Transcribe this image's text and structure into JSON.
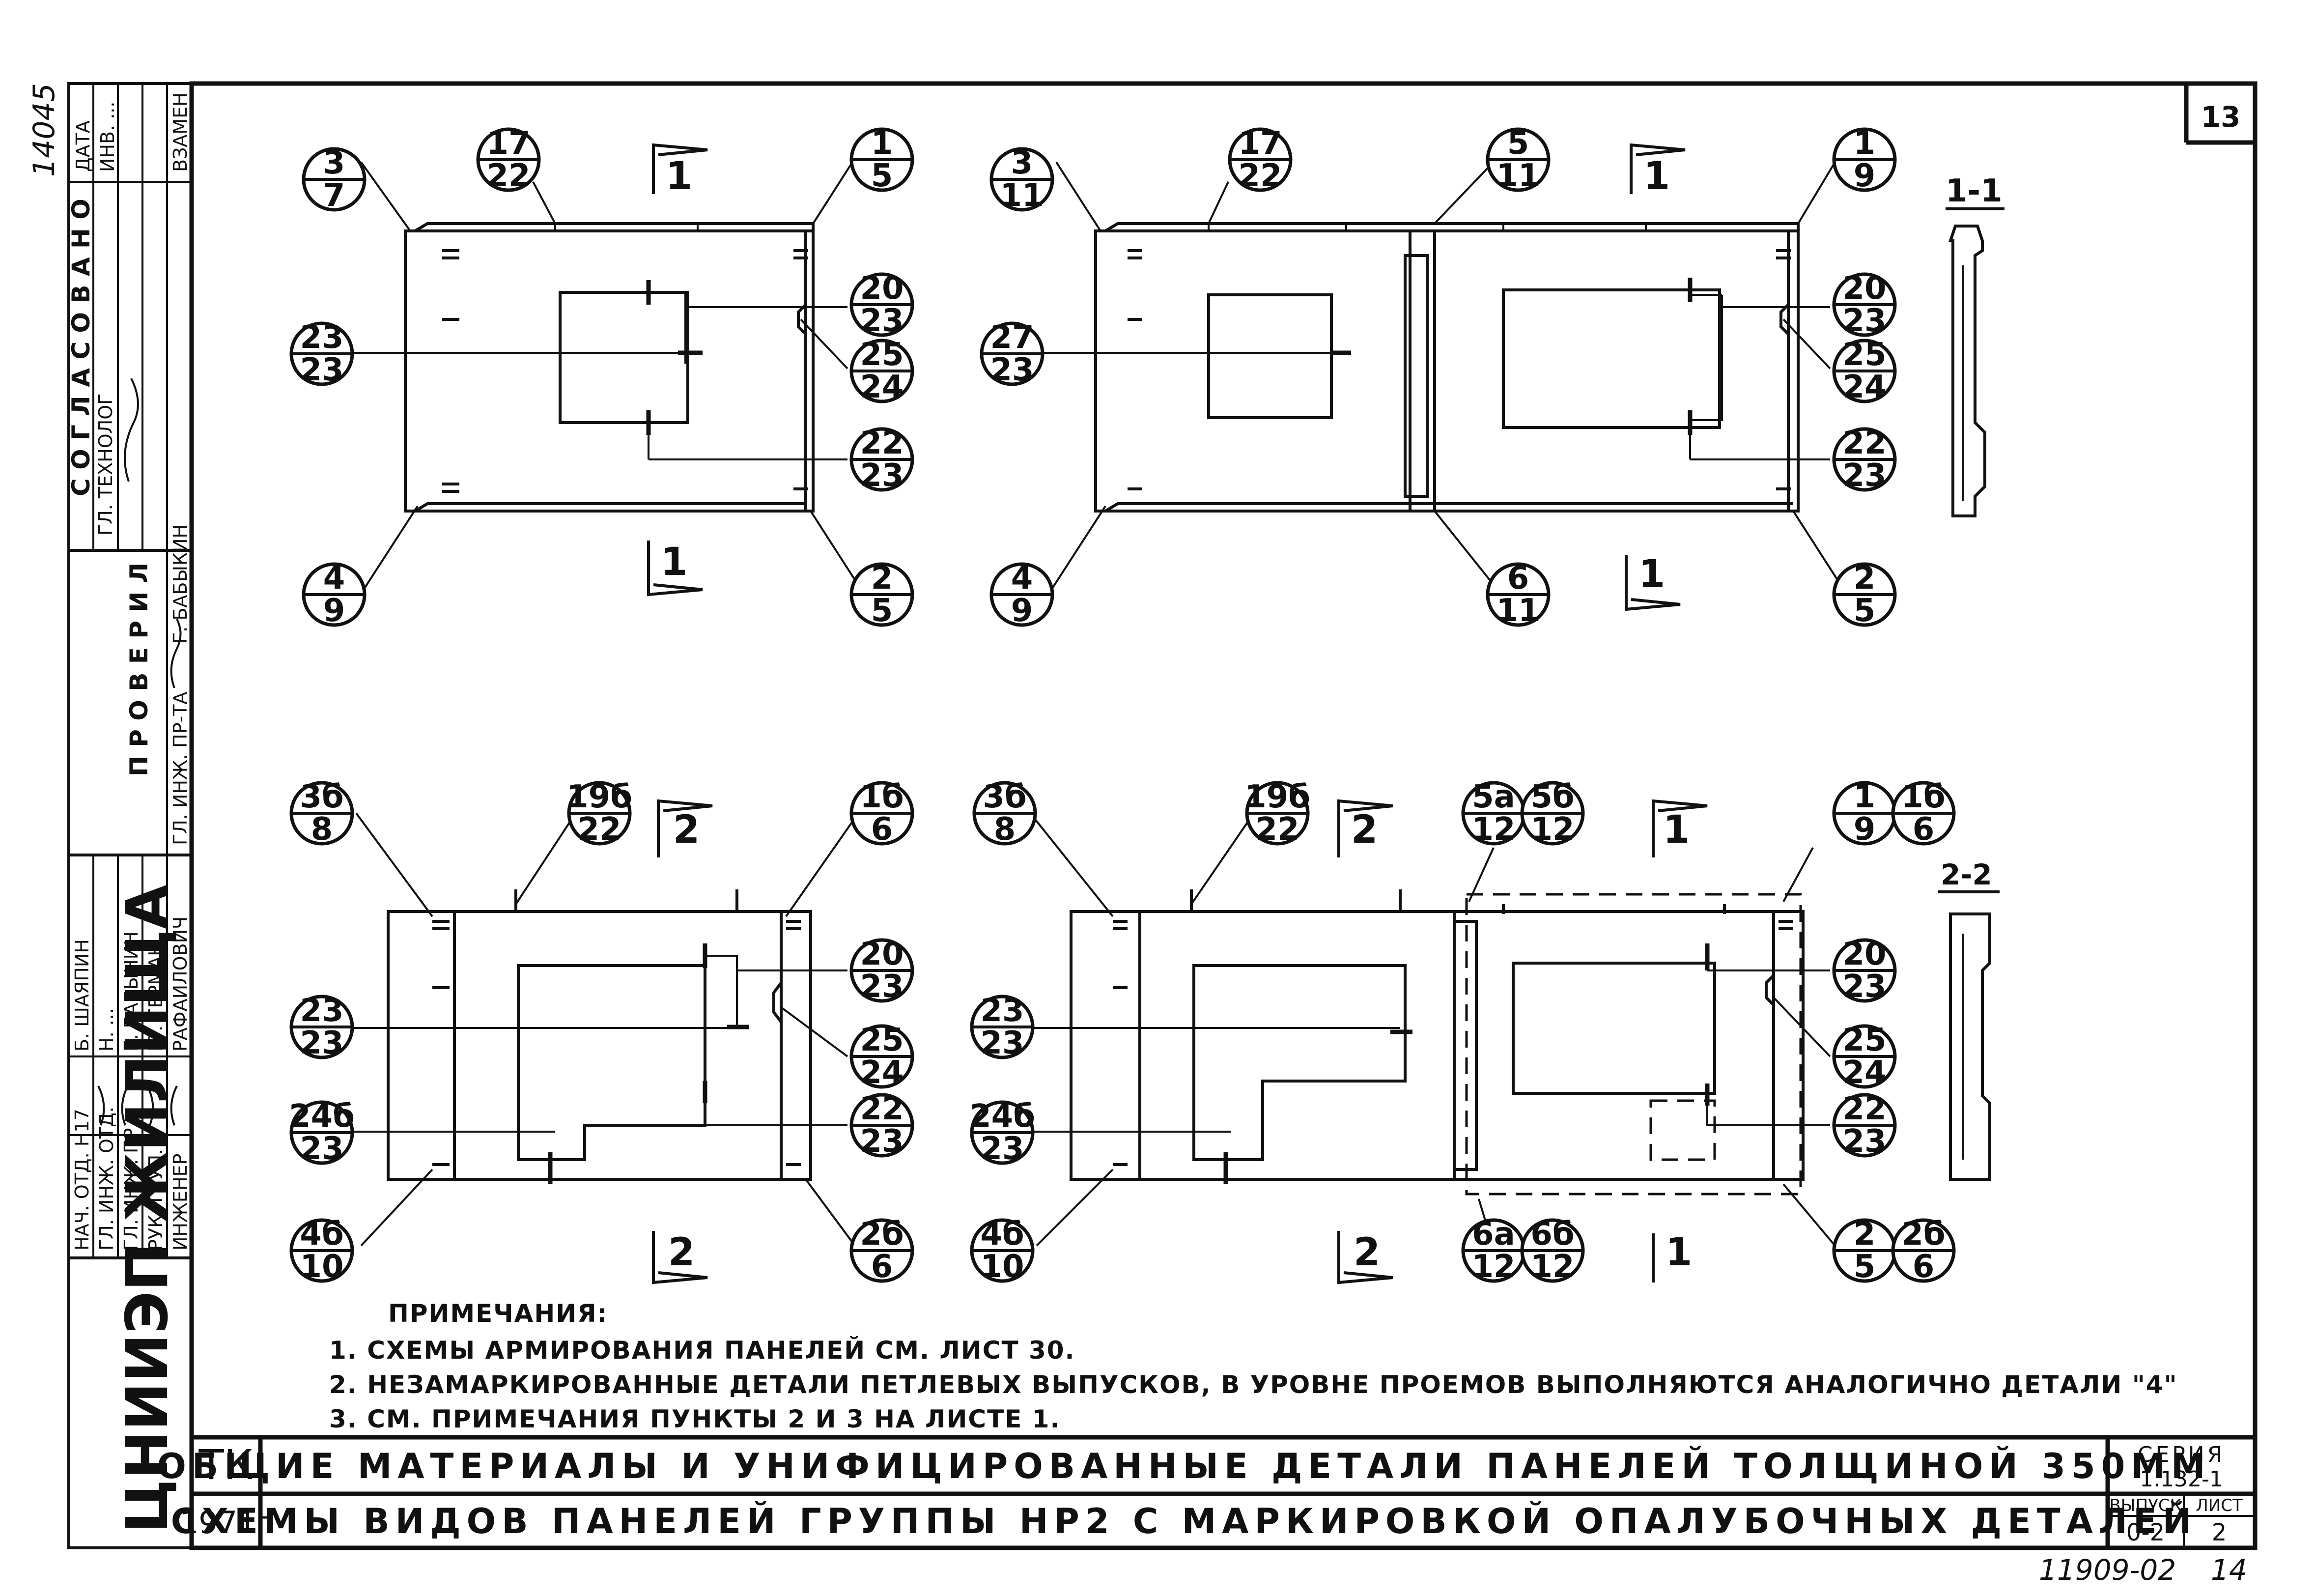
{
  "sheet": {
    "page_number": "13",
    "inventory_number": "14045",
    "bottom_code": "11909-02",
    "bottom_page": "14"
  },
  "side_block": {
    "approved_title": "С О Г Л А С О В А Н О",
    "checked_title": "П Р О В Е Р И Л",
    "org": "ЦНИИЭП ЖИЛИЩА",
    "roles": [
      "НАЧ. ОТД. Н17",
      "ГЛ. ИНЖ. ОТД.",
      "ГЛ. ИНЖ. ПР.",
      "РУК. ГРУП.",
      "ИНЖЕНЕР"
    ],
    "names": [
      "Б. ШАЯПИН",
      "Н. ...",
      "Г. БАБЫНИН",
      "Ю. ГЕРМАН",
      "РАФАИЛОВИЧ"
    ],
    "approver_role": "ГЛ. ИНЖ. ПР-ТА",
    "approver_name": "Г. БАБЫКИН",
    "technolog": "ГЛ. ТЕХНОЛОГ",
    "date_label": "ДАТА",
    "inv_label": "ИНВ. ...",
    "zamen_label": "ВЗАМЕН"
  },
  "bubbles": {
    "p1": [
      [
        "3",
        "7"
      ],
      [
        "17",
        "22"
      ],
      [
        "1",
        "5"
      ],
      [
        "23",
        "23"
      ],
      [
        "20",
        "23"
      ],
      [
        "25",
        "24"
      ],
      [
        "22",
        "23"
      ],
      [
        "4",
        "9"
      ],
      [
        "2",
        "5"
      ]
    ],
    "p2": [
      [
        "3",
        "11"
      ],
      [
        "17",
        "22"
      ],
      [
        "5",
        "11"
      ],
      [
        "1",
        "9"
      ],
      [
        "27",
        "23"
      ],
      [
        "20",
        "23"
      ],
      [
        "25",
        "24"
      ],
      [
        "22",
        "23"
      ],
      [
        "4",
        "9"
      ],
      [
        "6",
        "11"
      ],
      [
        "2",
        "5"
      ]
    ],
    "p3": [
      [
        "3б",
        "8"
      ],
      [
        "19б",
        "22"
      ],
      [
        "1б",
        "6"
      ],
      [
        "23",
        "23"
      ],
      [
        "20",
        "23"
      ],
      [
        "24б",
        "23"
      ],
      [
        "25",
        "24"
      ],
      [
        "22",
        "23"
      ],
      [
        "4б",
        "10"
      ],
      [
        "2б",
        "6"
      ]
    ],
    "p4": [
      [
        "3б",
        "8"
      ],
      [
        "19б",
        "22"
      ],
      [
        "5а",
        "12"
      ],
      [
        "5б",
        "12"
      ],
      [
        "1",
        "9"
      ],
      [
        "1б",
        "6"
      ],
      [
        "23",
        "23"
      ],
      [
        "20",
        "23"
      ],
      [
        "24б",
        "23"
      ],
      [
        "25",
        "24"
      ],
      [
        "22",
        "23"
      ],
      [
        "4б",
        "10"
      ],
      [
        "6а",
        "12"
      ],
      [
        "6б",
        "12"
      ],
      [
        "2",
        "5"
      ],
      [
        "2б",
        "6"
      ]
    ]
  },
  "section_marks": {
    "m1": "1",
    "m2": "1",
    "m3": "1",
    "m4": "1",
    "m5": "2",
    "m6": "2",
    "m7": "1",
    "m8": "2",
    "m9": "2",
    "m10": "1",
    "sec1": "1-1",
    "sec2": "2-2"
  },
  "notes": {
    "heading": "ПРИМЕЧАНИЯ:",
    "items": [
      "1. СХЕМЫ АРМИРОВАНИЯ ПАНЕЛЕЙ СМ. ЛИСТ 30.",
      "2. НЕЗАМАРКИРОВАННЫЕ ДЕТАЛИ ПЕТЛЕВЫХ ВЫПУСКОВ, В УРОВНЕ ПРОЕМОВ ВЫПОЛНЯЮТСЯ АНАЛОГИЧНО ДЕТАЛИ \"4\"",
      "3. СМ. ПРИМЕЧАНИЯ ПУНКТЫ 2 И 3 НА ЛИСТЕ 1."
    ]
  },
  "title_block": {
    "code": "ТК",
    "year": "1971г",
    "title1": "ОБЩИЕ МАТЕРИАЛЫ И УНИФИЦИРОВАННЫЕ ДЕТАЛИ ПАНЕЛЕЙ ТОЛЩИНОЙ 350ММ",
    "title2": "СХЕМЫ ВИДОВ ПАНЕЛЕЙ ГРУППЫ НР2 С МАРКИРОВКОЙ ОПАЛУБОЧНЫХ ДЕТАЛЕЙ",
    "series_label": "СЕРИЯ",
    "series_value": "1.132-1",
    "issue_label": "ВЫПУСК",
    "issue_value": "0-2",
    "sheet_label": "ЛИСТ",
    "sheet_value": "2"
  }
}
